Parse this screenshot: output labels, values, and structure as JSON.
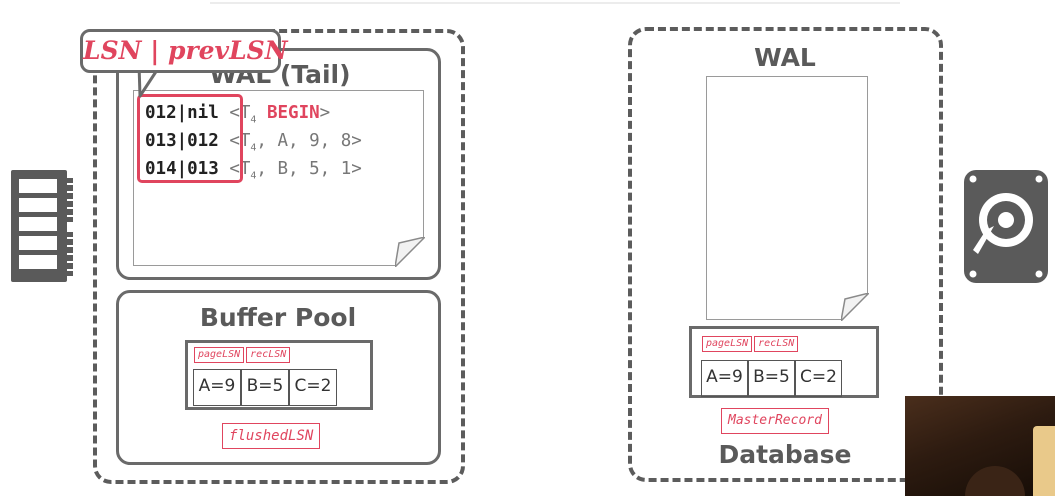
{
  "memory": {
    "wal_title": "WAL (Tail)",
    "callout_label": "LSN | prevLSN",
    "log_records": [
      {
        "lsn": "012|nil",
        "record_pre": "<T",
        "txn_sub": "4",
        "record_post": " ",
        "keyword": "BEGIN",
        "record_end": ">"
      },
      {
        "lsn": "013|012",
        "record_pre": "<T",
        "txn_sub": "4",
        "record_post": ", A, 9, 8>",
        "keyword": "",
        "record_end": ""
      },
      {
        "lsn": "014|013",
        "record_pre": "<T",
        "txn_sub": "4",
        "record_post": ", B, 5, 1>",
        "keyword": "",
        "record_end": ""
      }
    ],
    "buffer_pool": {
      "title": "Buffer Pool",
      "page_lsn_label": "pageLSN",
      "rec_lsn_label": "recLSN",
      "cells": [
        "A=9",
        "B=5",
        "C=2"
      ],
      "flushed_lsn_label": "flushedLSN"
    }
  },
  "disk": {
    "wal_title": "WAL",
    "page": {
      "page_lsn_label": "pageLSN",
      "rec_lsn_label": "recLSN",
      "cells": [
        "A=9",
        "B=5",
        "C=2"
      ]
    },
    "master_record_label": "MasterRecord",
    "database_title": "Database"
  },
  "icons": {
    "memory": "ram-chip-icon",
    "disk": "hard-drive-icon"
  },
  "colors": {
    "accent": "#e0455e",
    "outline": "#5c5c5c",
    "icon": "#5a5a5a"
  }
}
